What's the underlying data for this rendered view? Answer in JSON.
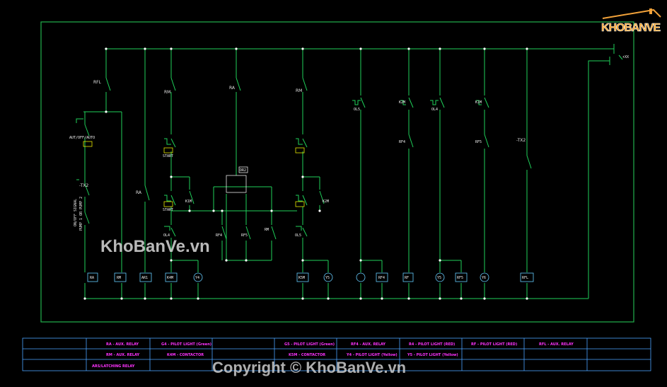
{
  "logo": {
    "text": "KHOBANVE"
  },
  "watermarks": {
    "main": "KhoBanVe.vn",
    "footer": "Copyright © KhoBanVe.vn"
  },
  "colors": {
    "wire": "#1fd15a",
    "frame": "#22b14c",
    "symbol": "#6cf",
    "legend_text": "#ff33ff",
    "table_line": "#4aa3ff",
    "dot": "#ffffff"
  },
  "top_column_labels": [
    "RFL",
    "RM",
    "RA",
    "RM"
  ],
  "left_labels": {
    "selector": "AUT/OFF/AUTO",
    "tx": "-TX2",
    "onoff": "ON/OFF SIGNAL",
    "pump": "PUMP 1 OR PUMP 2"
  },
  "middle_labels": {
    "ra": "RA",
    "start1": "START",
    "start2": "START",
    "km1": "K1M",
    "km2": "K2M",
    "ol4": "OL4",
    "ol5": "OL5",
    "rf4": "RF4",
    "rf5": "RF5",
    "rm": "RM",
    "timer": "DR2"
  },
  "right_labels": {
    "ol5": "OL5",
    "k2m": "K2M",
    "ol4": "OL4",
    "k1m": "K1M",
    "rf4": "RF4",
    "rf5": "RF5",
    "tx2": "-TX2"
  },
  "coils": [
    "RA",
    "RM",
    "AR1",
    "K4M",
    "Y4",
    "K5M",
    "Y5",
    "RF4",
    "RF",
    "Y5",
    "RF5",
    "Y6",
    "RFL"
  ],
  "legend": {
    "rows": [
      [
        "",
        "RA - AUX. RELAY",
        "G4 - PILOT LIGHT (Green)",
        "",
        "G5 - PILOT LIGHT (Green)",
        "RF4 - AUX. RELAY",
        "R4 - PILOT LIGHT (RED)",
        "RF - PILOT LIGHT (RED)",
        "RFL - AUX. RELAY",
        ""
      ],
      [
        "",
        "RM - AUX. RELAY",
        "K4M - CONTACTOR",
        "",
        "K5M - CONTACTOR",
        "Y4 - PILOT LIGHT (Yellow)",
        "Y5 - PILOT LIGHT (Yellow)",
        "",
        "",
        ""
      ],
      [
        "",
        "ARS/LATCHING RELAY",
        "",
        "",
        "",
        "",
        "",
        "",
        "",
        ""
      ]
    ]
  }
}
